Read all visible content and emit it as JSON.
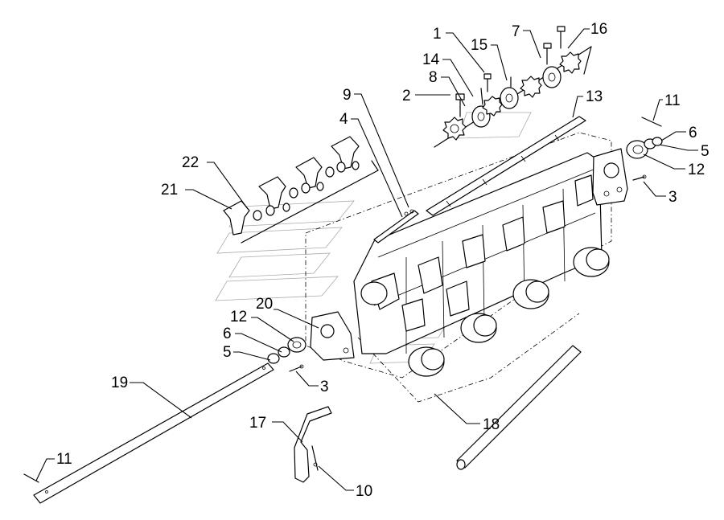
{
  "diagram": {
    "callouts": [
      {
        "id": "c1",
        "label": "1"
      },
      {
        "id": "c15",
        "label": "15"
      },
      {
        "id": "c7",
        "label": "7"
      },
      {
        "id": "c16",
        "label": "16"
      },
      {
        "id": "c14",
        "label": "14"
      },
      {
        "id": "c8",
        "label": "8"
      },
      {
        "id": "c2",
        "label": "2"
      },
      {
        "id": "c9",
        "label": "9"
      },
      {
        "id": "c13",
        "label": "13"
      },
      {
        "id": "c4",
        "label": "4"
      },
      {
        "id": "c11a",
        "label": "11"
      },
      {
        "id": "c6a",
        "label": "6"
      },
      {
        "id": "c5a",
        "label": "5"
      },
      {
        "id": "c12a",
        "label": "12"
      },
      {
        "id": "c3a",
        "label": "3"
      },
      {
        "id": "c22",
        "label": "22"
      },
      {
        "id": "c21",
        "label": "21"
      },
      {
        "id": "c20",
        "label": "20"
      },
      {
        "id": "c12b",
        "label": "12"
      },
      {
        "id": "c6b",
        "label": "6"
      },
      {
        "id": "c5b",
        "label": "5"
      },
      {
        "id": "c3b",
        "label": "3"
      },
      {
        "id": "c19",
        "label": "19"
      },
      {
        "id": "c17",
        "label": "17"
      },
      {
        "id": "c18",
        "label": "18"
      },
      {
        "id": "c11b",
        "label": "11"
      },
      {
        "id": "c10",
        "label": "10"
      }
    ]
  }
}
